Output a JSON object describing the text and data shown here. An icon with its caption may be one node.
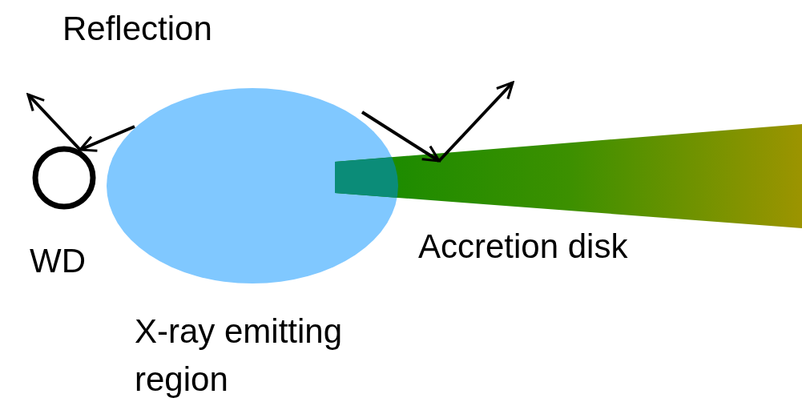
{
  "diagram": {
    "nodes": [
      {
        "text": [
          "WD"
        ]
      },
      {
        "text": [
          "X-ray emitting region"
        ]
      },
      {
        "text": [
          "Accretion disk"
        ]
      }
    ],
    "edges": [
      {
        "from": 1,
        "to": 0,
        "arrow": "to"
      },
      {
        "from": 0,
        "to": null,
        "arrow": "to"
      },
      {
        "from": 1,
        "to": 2,
        "arrow": "to"
      },
      {
        "from": 2,
        "to": null,
        "arrow": "to"
      }
    ],
    "labels": [
      "Reflection"
    ]
  }
}
